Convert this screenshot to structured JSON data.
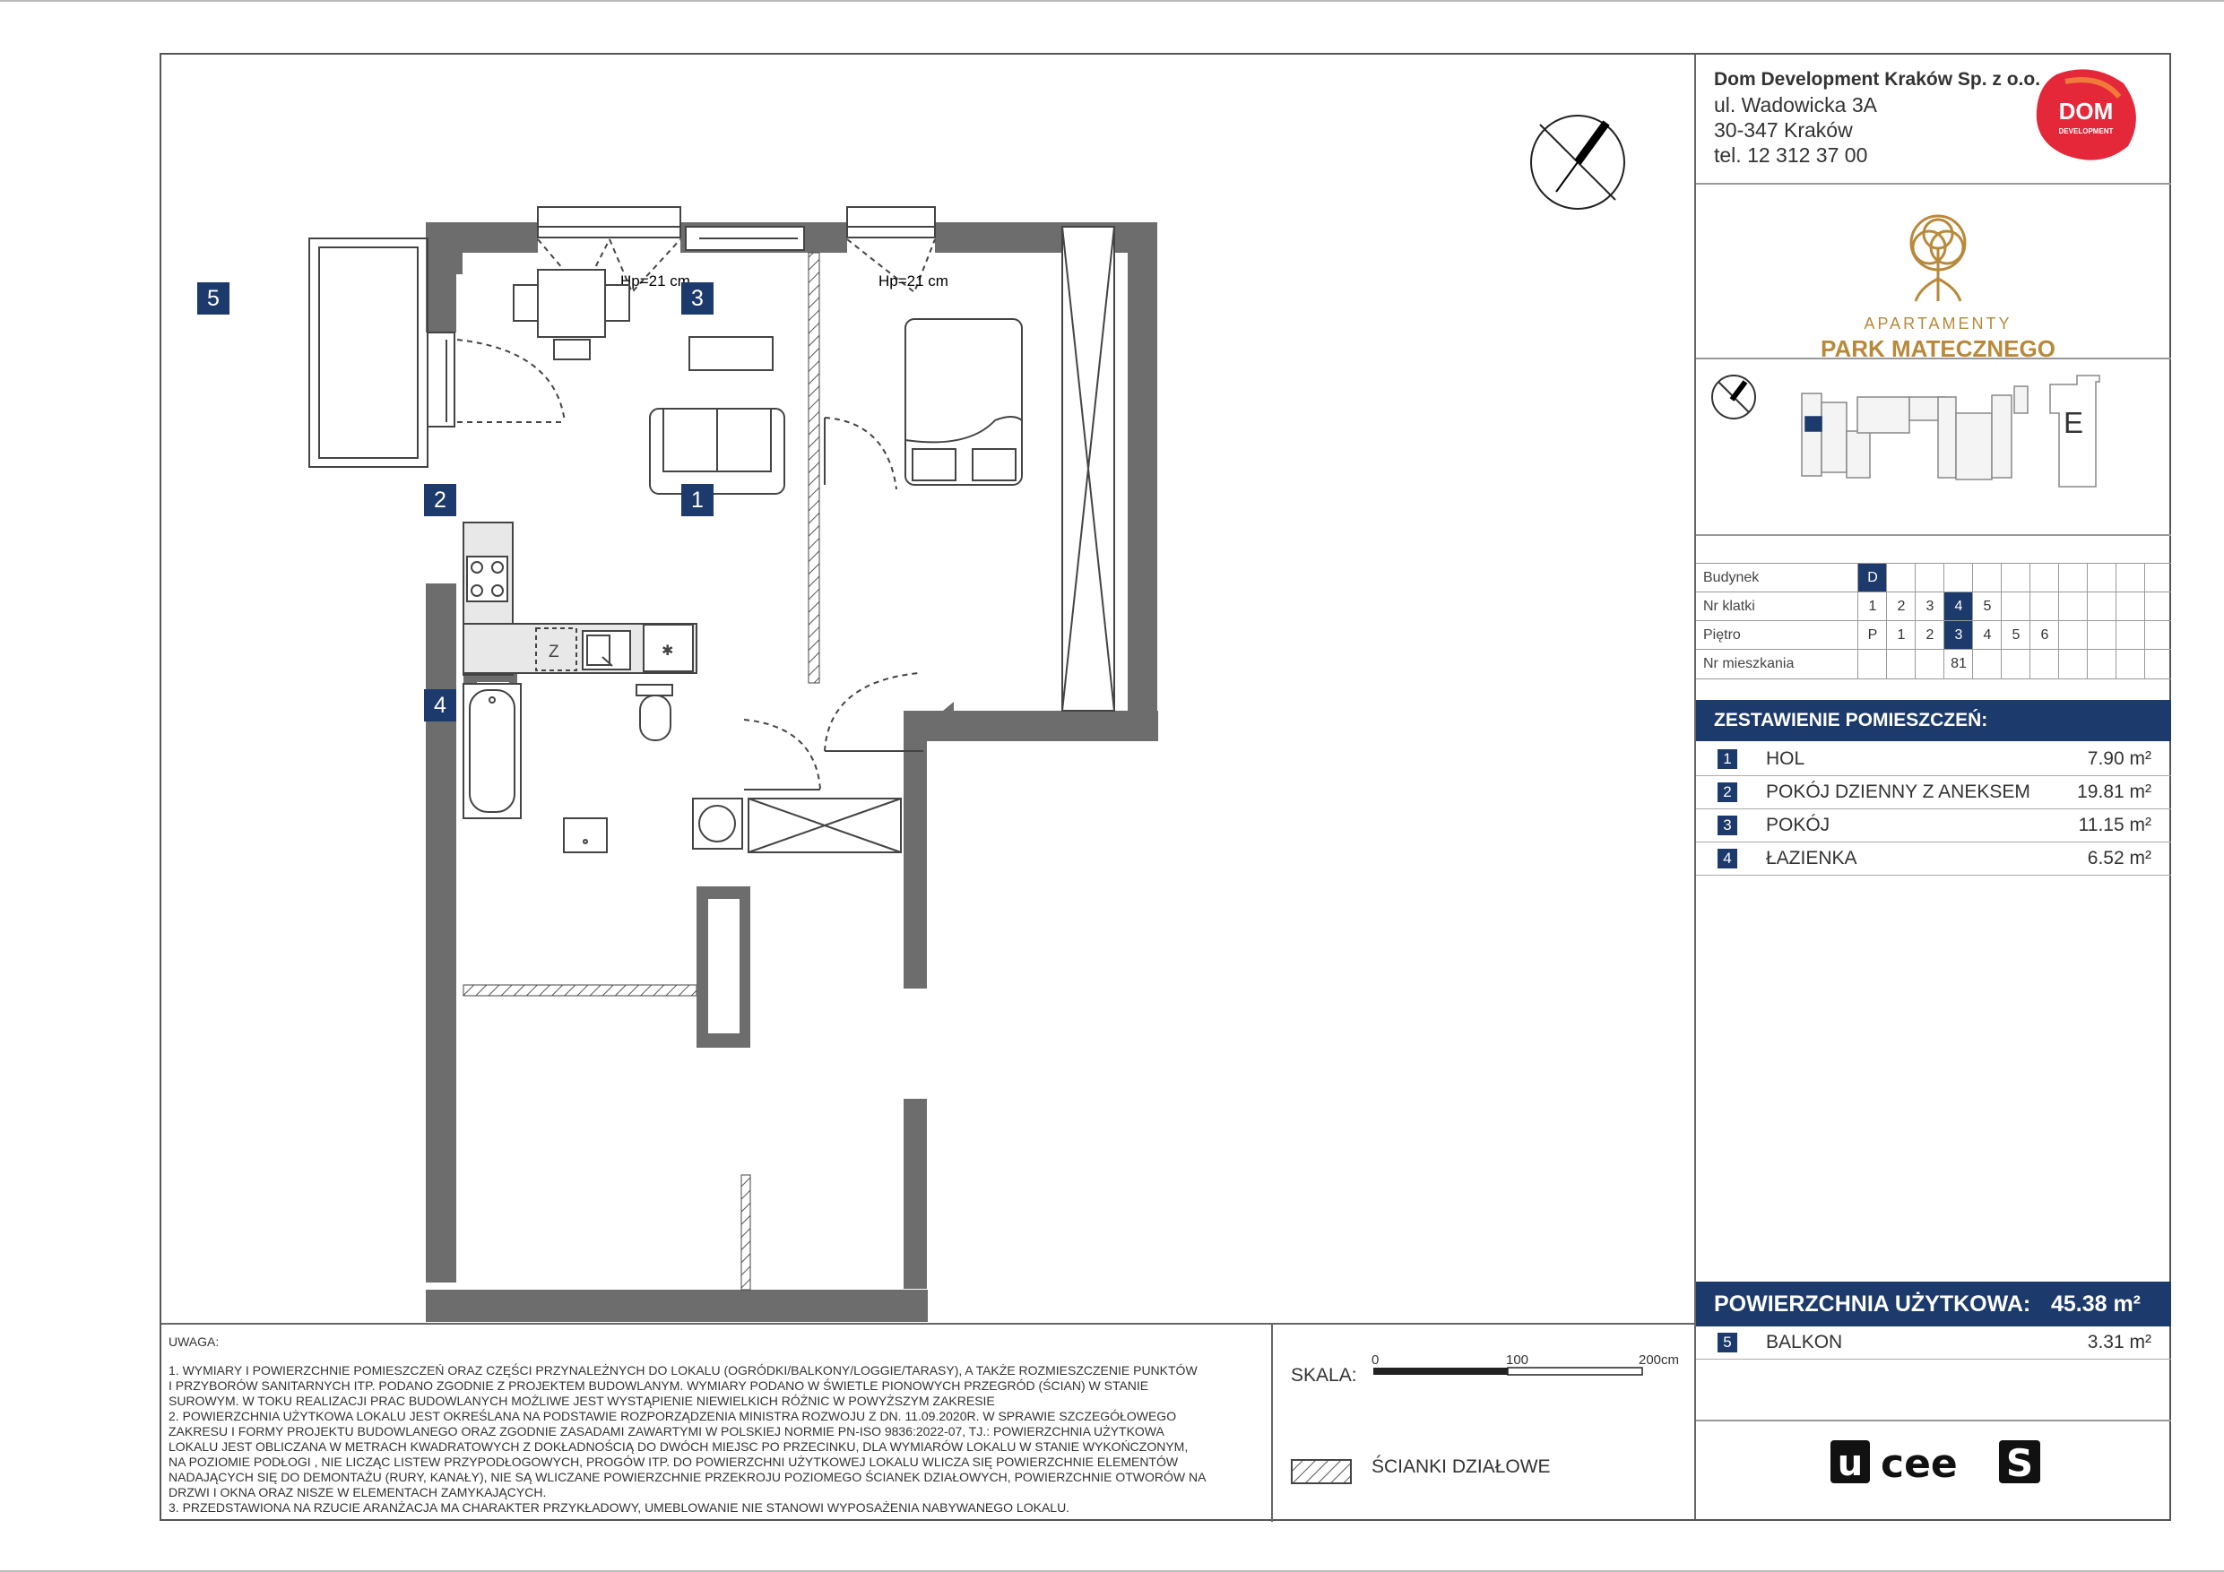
{
  "company": {
    "name": "Dom Development Kraków Sp. z o.o.",
    "street": "ul. Wadowicka 3A",
    "city": "30-347 Kraków",
    "phone": "tel. 12 312 37 00"
  },
  "dom_logo": {
    "line1": "DOM",
    "line2": "DEVELOPMENT",
    "color": "#e4283a"
  },
  "project_logo": {
    "line1": "APARTAMENTY",
    "line2": "PARK MATECZNEGO",
    "color": "#b8893a"
  },
  "keyplan": {
    "building_label": "E"
  },
  "info": {
    "rows": [
      {
        "label": "Budynek",
        "cells": [
          "D",
          "",
          "",
          "",
          "",
          "",
          "",
          "",
          "",
          "",
          ""
        ],
        "selected": 0
      },
      {
        "label": "Nr klatki",
        "cells": [
          "1",
          "2",
          "3",
          "4",
          "5",
          "",
          "",
          "",
          "",
          "",
          ""
        ],
        "selected": 3
      },
      {
        "label": "Piętro",
        "cells": [
          "P",
          "1",
          "2",
          "3",
          "4",
          "5",
          "6",
          "",
          "",
          "",
          ""
        ],
        "selected": 3
      },
      {
        "label": "Nr mieszkania",
        "cells": [
          "",
          "",
          "",
          "81",
          "",
          "",
          "",
          "",
          "",
          "",
          ""
        ],
        "selected": -1
      }
    ]
  },
  "rooms": {
    "header": "ZESTAWIENIE POMIESZCZEŃ:",
    "items": [
      {
        "num": "1",
        "name": "HOL",
        "area": "7.90 m²"
      },
      {
        "num": "2",
        "name": "POKÓJ DZIENNY Z ANEKSEM",
        "area": "19.81 m²"
      },
      {
        "num": "3",
        "name": "POKÓJ",
        "area": "11.15 m²"
      },
      {
        "num": "4",
        "name": "ŁAZIENKA",
        "area": "6.52 m²"
      }
    ]
  },
  "total": {
    "label": "POWIERZCHNIA UŻYTKOWA:",
    "value": "45.38 m²"
  },
  "extra": {
    "num": "5",
    "name": "BALKON",
    "area": "3.31 m²"
  },
  "brand": "uceeS",
  "plan": {
    "tags": [
      "1",
      "2",
      "3",
      "4",
      "5"
    ],
    "hp1": "Hp=21 cm",
    "hp2": "Hp=21 cm",
    "fridge_mark": "Z"
  },
  "notes": {
    "header": "UWAGA:",
    "lines": [
      "1. WYMIARY I POWIERZCHNIE POMIESZCZEŃ ORAZ CZĘŚCI PRZYNALEŻNYCH DO LOKALU (OGRÓDKI/BALKONY/LOGGIE/TARASY), A TAKŻE ROZMIESZCZENIE PUNKTÓW",
      "I PRZYBORÓW SANITARNYCH ITP. PODANO ZGODNIE Z PROJEKTEM BUDOWLANYM. WYMIARY PODANO W ŚWIETLE PIONOWYCH PRZEGRÓD (ŚCIAN) W STANIE",
      "SUROWYM. W TOKU REALIZACJI PRAC BUDOWLANYCH MOŻLIWE JEST WYSTĄPIENIE NIEWIELKICH RÓŻNIC W POWYŻSZYM ZAKRESIE",
      "2. POWIERZCHNIA UŻYTKOWA LOKALU JEST OKREŚLANA NA PODSTAWIE ROZPORZĄDZENIA MINISTRA ROZWOJU Z DN. 11.09.2020R. W SPRAWIE SZCZEGÓŁOWEGO",
      "ZAKRESU I FORMY PROJEKTU BUDOWLANEGO ORAZ ZGODNIE ZASADAMI ZAWARTYMI W POLSKIEJ NORMIE PN-ISO 9836:2022-07, TJ.: POWIERZCHNIA UŻYTKOWA",
      "LOKALU JEST OBLICZANA W METRACH KWADRATOWYCH Z DOKŁADNOŚCIĄ DO DWÓCH MIEJSC PO PRZECINKU, DLA WYMIARÓW LOKALU W STANIE WYKOŃCZONYM,",
      "NA POZIOMIE PODŁOGI , NIE LICZĄC LISTEW PRZYPODŁOGOWYCH, PROGÓW ITP. DO POWIERZCHNI UŻYTKOWEJ LOKALU WLICZA SIĘ POWIERZCHNIE ELEMENTÓW",
      "NADAJĄCYCH SIĘ DO DEMONTAŻU (RURY, KANAŁY), NIE SĄ WLICZANE POWIERZCHNIE PRZEKROJU POZIOMEGO ŚCIANEK DZIAŁOWYCH, POWIERZCHNIE OTWORÓW NA",
      "DRZWI I OKNA ORAZ NISZE W ELEMENTACH ZAMYKAJĄCYCH.",
      "3. PRZEDSTAWIONA NA RZUCIE ARANŻACJA MA CHARAKTER PRZYKŁADOWY, UMEBLOWANIE NIE STANOWI WYPOSAŻENIA NABYWANEGO LOKALU."
    ]
  },
  "scale": {
    "label": "SKALA:",
    "t0": "0",
    "t1": "100",
    "t2": "200cm"
  },
  "legend": {
    "label": "ŚCIANKI DZIAŁOWE"
  },
  "colors": {
    "navy": "#1c3a6b",
    "wall": "#6d6d6d",
    "fixture": "#e8e8e8"
  }
}
